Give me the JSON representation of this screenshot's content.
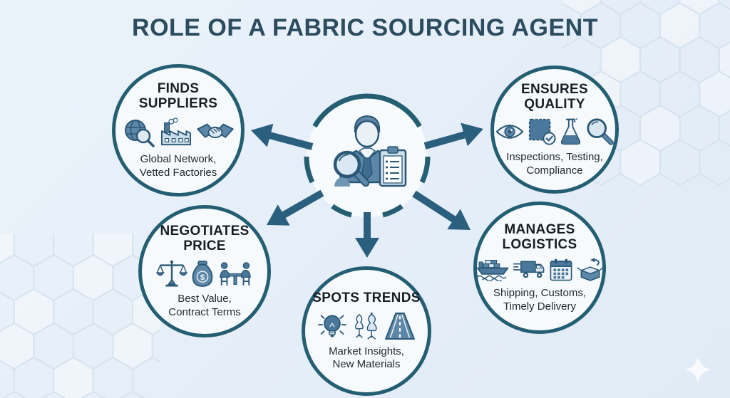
{
  "title": "ROLE OF A FABRIC SOURCING AGENT",
  "hub": {
    "icon": "sourcing-agent-person-with-magnifier-and-clipboard-icon"
  },
  "nodes": [
    {
      "id": "finds-suppliers",
      "title": "FINDS\nSUPPLIERS",
      "description": "Global Network,\nVetted Factories",
      "icons": [
        "globe-search-icon",
        "factory-icon",
        "handshake-icon"
      ]
    },
    {
      "id": "ensures-quality",
      "title": "ENSURES\nQUALITY",
      "description": "Inspections, Testing,\nCompliance",
      "icons": [
        "eye-icon",
        "fabric-swatch-check-icon",
        "flask-icon",
        "magnifier-icon"
      ]
    },
    {
      "id": "negotiates-price",
      "title": "NEGOTIATES\nPRICE",
      "description": "Best Value,\nContract Terms",
      "icons": [
        "scales-icon",
        "money-bag-icon",
        "negotiation-table-icon"
      ]
    },
    {
      "id": "spots-trends",
      "title": "SPOTS TRENDS",
      "description": "Market Insights,\nNew Materials",
      "icons": [
        "lightbulb-icon",
        "mannequins-icon",
        "road-icon"
      ]
    },
    {
      "id": "manages-logistics",
      "title": "MANAGES\nLOGISTICS",
      "description": "Shipping, Customs,\nTimely Delivery",
      "icons": [
        "cargo-ship-icon",
        "delivery-truck-icon",
        "calendar-icon",
        "open-box-icon"
      ]
    }
  ],
  "glyphs": {
    "dollar": "$"
  },
  "colors": {
    "background": "#e7f0f8",
    "circle_border": "#235e72",
    "arrow": "#2a5f7e",
    "title_text": "#2c4c60",
    "heading_text": "#171f26",
    "description_text": "#222b33",
    "icon_dark": "#2b5876",
    "icon_mid": "#5d87a8",
    "icon_light": "#d9e6f1"
  }
}
